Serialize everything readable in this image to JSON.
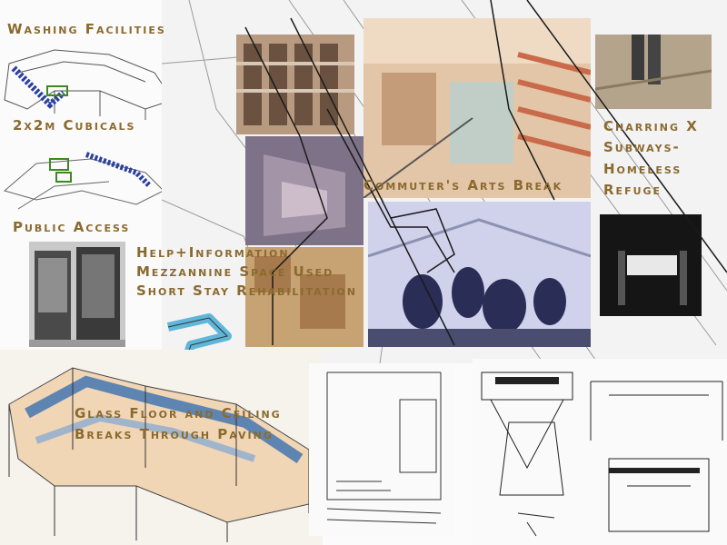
{
  "labels": {
    "washing": "Washing Facilities",
    "cubicals": "2x2m Cubicals",
    "public_access": "Public Access",
    "help": "Help+Information",
    "mezzanine": "Mezzannine Space Used",
    "short_stay": "Short Stay Rehabilitation",
    "commuter": "Commuter's Arts Break",
    "charring": "Charring X",
    "subways": "Subways-",
    "homeless": "Homeless",
    "refuge": "Refuge",
    "glass_floor": "Glass Floor and Ceiling",
    "breaks": "Breaks Through Paving"
  },
  "colors": {
    "label_gold": "#8a6a2e",
    "sketch_ink": "#2a2a2a",
    "accent_blue": "#3a6fb0",
    "accent_cyan": "#5fb6d8",
    "accent_green": "#4e8a2a",
    "accent_orange": "#e6b07a"
  }
}
